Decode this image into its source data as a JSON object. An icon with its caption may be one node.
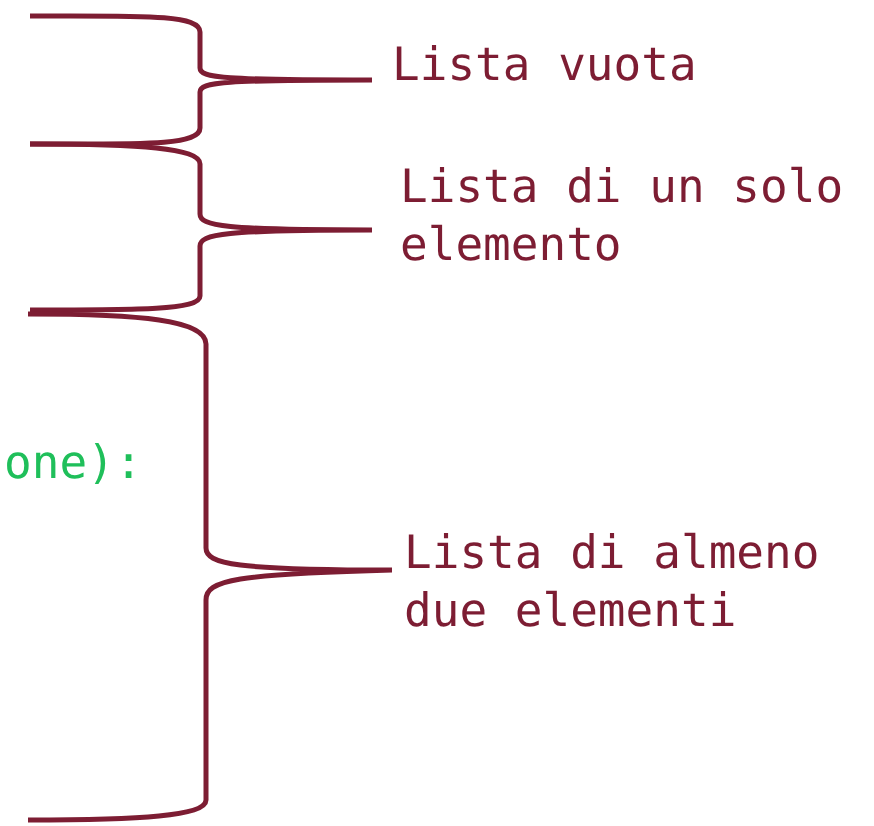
{
  "diagram": {
    "labels": [
      "Lista vuota",
      "Lista di un solo elemento",
      "one):",
      "Lista di almeno due elementi"
    ]
  }
}
